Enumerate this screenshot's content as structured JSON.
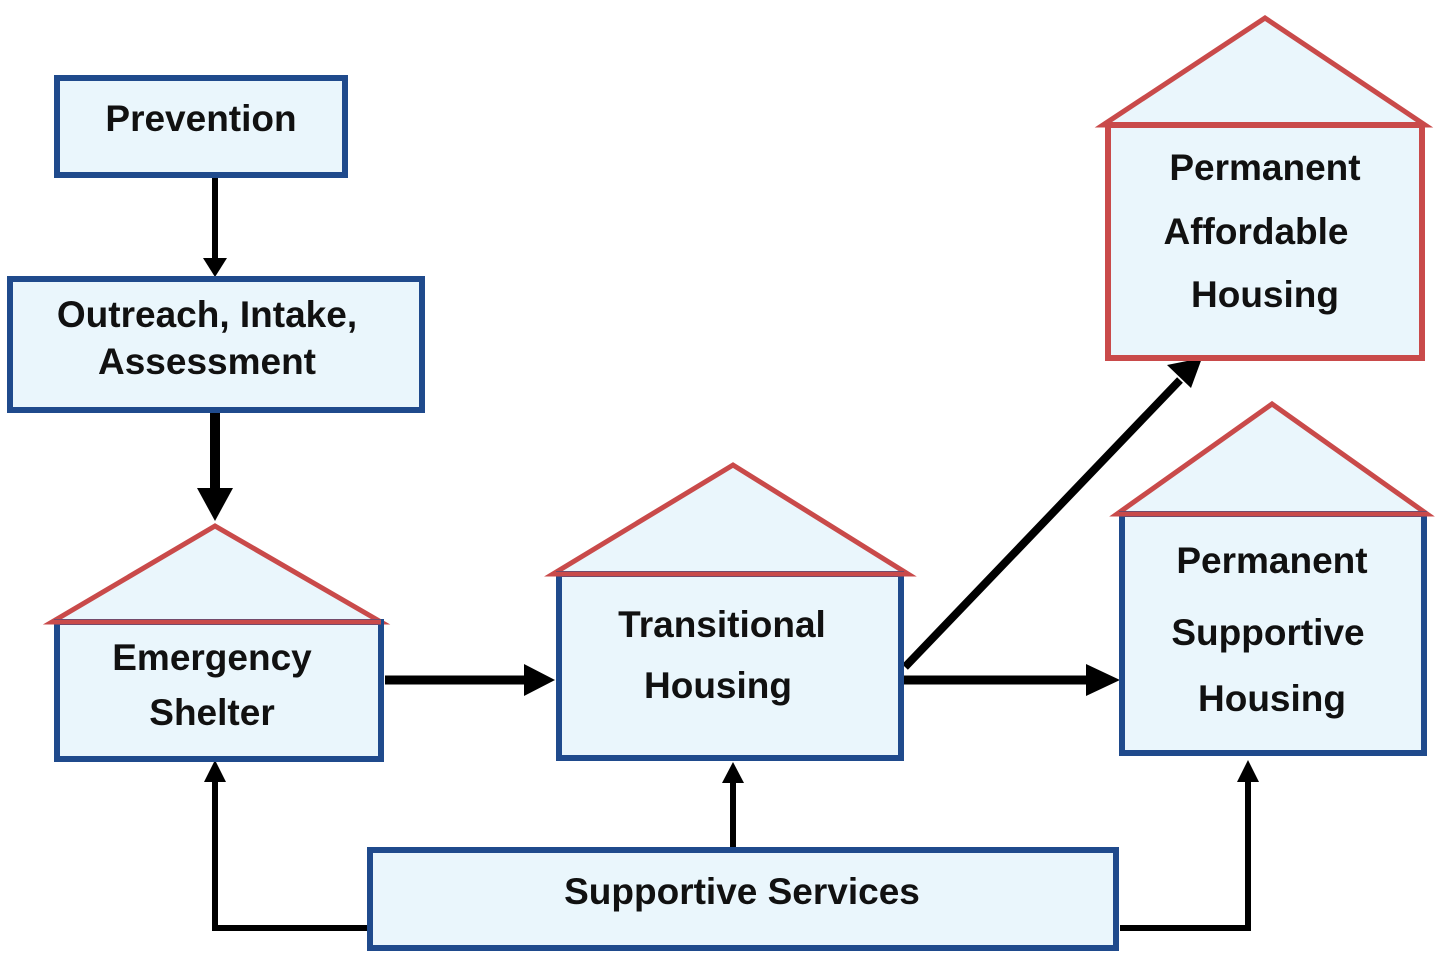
{
  "diagram": {
    "colors": {
      "box_fill": "#eaf6fc",
      "box_border": "#1f4a8c",
      "roof_border": "#c94a4a",
      "permanent_affordable_border": "#c94a4a",
      "arrow": "#000000"
    },
    "nodes": {
      "prevention": {
        "label": "Prevention"
      },
      "outreach": {
        "line1": "Outreach, Intake,",
        "line2": "Assessment"
      },
      "emergency_shelter": {
        "line1": "Emergency",
        "line2": "Shelter"
      },
      "transitional_housing": {
        "line1": "Transitional",
        "line2": "Housing"
      },
      "permanent_affordable_housing": {
        "line1": "Permanent",
        "line2": "Affordable",
        "line3": "Housing"
      },
      "permanent_supportive_housing": {
        "line1": "Permanent",
        "line2": "Supportive",
        "line3": "Housing"
      },
      "supportive_services": {
        "label": "Supportive Services"
      }
    },
    "edges": [
      {
        "from": "prevention",
        "to": "outreach"
      },
      {
        "from": "outreach",
        "to": "emergency_shelter"
      },
      {
        "from": "emergency_shelter",
        "to": "transitional_housing"
      },
      {
        "from": "transitional_housing",
        "to": "permanent_affordable_housing"
      },
      {
        "from": "transitional_housing",
        "to": "permanent_supportive_housing"
      },
      {
        "from": "supportive_services",
        "to": "emergency_shelter"
      },
      {
        "from": "supportive_services",
        "to": "transitional_housing"
      },
      {
        "from": "supportive_services",
        "to": "permanent_supportive_housing"
      }
    ]
  }
}
